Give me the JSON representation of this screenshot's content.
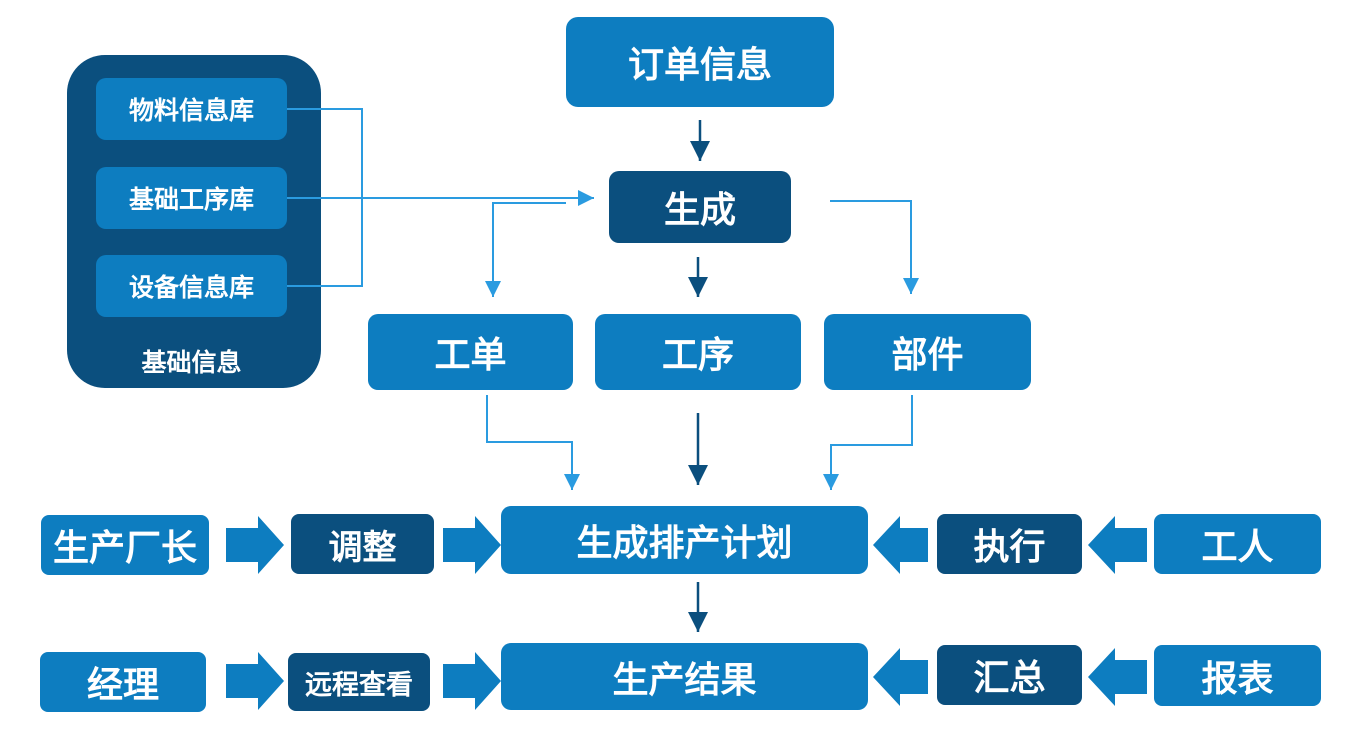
{
  "colors": {
    "primary": "#0d7dc0",
    "dark": "#0b4f7e",
    "arrow_thin_light": "#2a9be0",
    "arrow_dark": "#0b4f7e",
    "arrow_block": "#0d7dc0",
    "text": "#ffffff"
  },
  "base_info": {
    "title": "基础信息",
    "items": [
      "物料信息库",
      "基础工序库",
      "设备信息库"
    ]
  },
  "order_info": "订单信息",
  "generate": "生成",
  "outputs": [
    "工单",
    "工序",
    "部件"
  ],
  "schedule": "生成排产计划",
  "result": "生产结果",
  "left_row1": {
    "actor": "生产厂长",
    "action": "调整"
  },
  "left_row2": {
    "actor": "经理",
    "action": "远程查看"
  },
  "right_row1": {
    "action": "执行",
    "actor": "工人"
  },
  "right_row2": {
    "action": "汇总",
    "actor": "报表"
  }
}
